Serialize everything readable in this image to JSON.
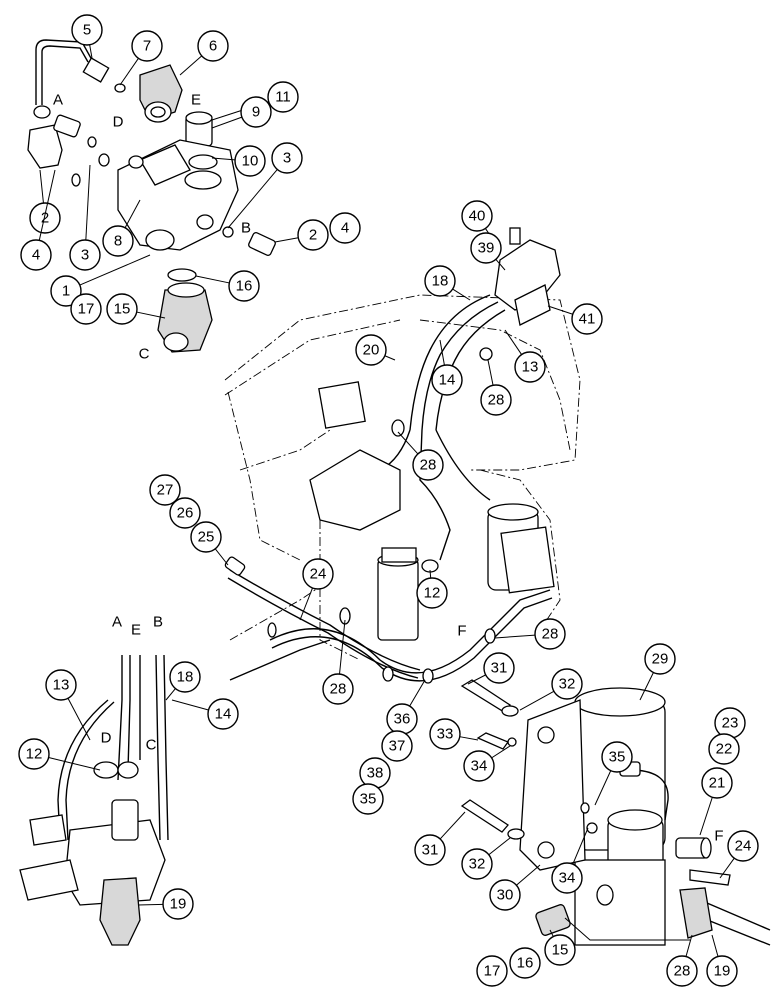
{
  "callouts": [
    {
      "n": "5"
    },
    {
      "n": "7"
    },
    {
      "n": "6"
    },
    {
      "n": "11"
    },
    {
      "n": "9"
    },
    {
      "n": "10"
    },
    {
      "n": "3"
    },
    {
      "n": "2"
    },
    {
      "n": "4"
    },
    {
      "n": "3"
    },
    {
      "n": "8"
    },
    {
      "n": "2"
    },
    {
      "n": "4"
    },
    {
      "n": "1"
    },
    {
      "n": "16"
    },
    {
      "n": "17"
    },
    {
      "n": "15"
    },
    {
      "n": "40"
    },
    {
      "n": "39"
    },
    {
      "n": "18"
    },
    {
      "n": "41"
    },
    {
      "n": "20"
    },
    {
      "n": "14"
    },
    {
      "n": "13"
    },
    {
      "n": "28"
    },
    {
      "n": "28"
    },
    {
      "n": "27"
    },
    {
      "n": "26"
    },
    {
      "n": "25"
    },
    {
      "n": "24"
    },
    {
      "n": "12"
    },
    {
      "n": "28"
    },
    {
      "n": "28"
    },
    {
      "n": "13"
    },
    {
      "n": "18"
    },
    {
      "n": "14"
    },
    {
      "n": "12"
    },
    {
      "n": "19"
    },
    {
      "n": "31"
    },
    {
      "n": "32"
    },
    {
      "n": "29"
    },
    {
      "n": "33"
    },
    {
      "n": "34"
    },
    {
      "n": "35"
    },
    {
      "n": "36"
    },
    {
      "n": "37"
    },
    {
      "n": "38"
    },
    {
      "n": "35"
    },
    {
      "n": "23"
    },
    {
      "n": "22"
    },
    {
      "n": "21"
    },
    {
      "n": "24"
    },
    {
      "n": "31"
    },
    {
      "n": "32"
    },
    {
      "n": "30"
    },
    {
      "n": "34"
    },
    {
      "n": "17"
    },
    {
      "n": "16"
    },
    {
      "n": "15"
    },
    {
      "n": "28"
    },
    {
      "n": "19"
    }
  ],
  "ports": [
    {
      "label": "A"
    },
    {
      "label": "E"
    },
    {
      "label": "D"
    },
    {
      "label": "B"
    },
    {
      "label": "C"
    },
    {
      "label": "F"
    },
    {
      "label": "A"
    },
    {
      "label": "E"
    },
    {
      "label": "B"
    },
    {
      "label": "D"
    },
    {
      "label": "C"
    },
    {
      "label": "F"
    }
  ]
}
